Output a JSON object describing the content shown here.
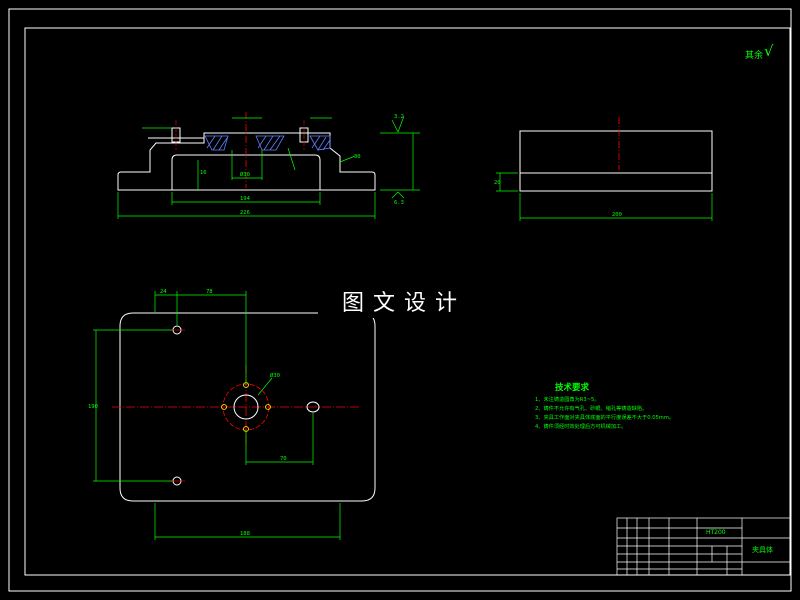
{
  "drawing": {
    "roughness_note": "其余",
    "roughness_symbol": "√",
    "watermark": "图文设计",
    "roughness_value": "3.2",
    "roughness_value2": "6.3"
  },
  "dims": {
    "d194": "194",
    "d226": "226",
    "d24": "24",
    "d78": "78",
    "d70": "70",
    "d190": "190",
    "d20": "20",
    "d188": "188",
    "d30": "30",
    "d16": "16",
    "d200": "200",
    "dia": "Ø30"
  },
  "notes": {
    "title": "技术要求",
    "items": [
      "1、未注铸造圆角为R3~5。",
      "2、铸件不允许有气孔、砂眼、缩孔等铸造缺陷。",
      "3、夹具工作面对夹具体底面的平行度误差不大于0.05mm。",
      "4、铸件须经时效处理后方可机械加工。"
    ]
  },
  "title_block": {
    "material": "HT200",
    "name": "夹具体"
  },
  "colors": {
    "outline": "#ffffff",
    "dimension": "#00ff00",
    "center": "#ff0000",
    "section": "#6080ff",
    "hole_center": "#ffff00"
  }
}
